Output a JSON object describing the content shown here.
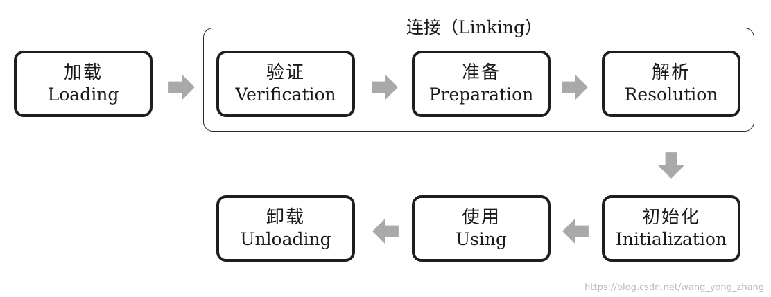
{
  "colors": {
    "box_border": "#1e1e1e",
    "arrow_fill": "#a9a9a9",
    "text": "#1a1a1a",
    "watermark": "#b9b9b9"
  },
  "group": {
    "title": "连接（Linking）"
  },
  "stages": {
    "loading": {
      "zh": "加载",
      "en": "Loading"
    },
    "verification": {
      "zh": "验证",
      "en": "Verification"
    },
    "preparation": {
      "zh": "准备",
      "en": "Preparation"
    },
    "resolution": {
      "zh": "解析",
      "en": "Resolution"
    },
    "initialization": {
      "zh": "初始化",
      "en": "Initialization"
    },
    "using": {
      "zh": "使用",
      "en": "Using"
    },
    "unloading": {
      "zh": "卸载",
      "en": "Unloading"
    }
  },
  "arrows": {
    "a1": "arrow-right-icon",
    "a2": "arrow-right-icon",
    "a3": "arrow-right-icon",
    "a4": "arrow-down-icon",
    "a5": "arrow-left-icon",
    "a6": "arrow-left-icon"
  },
  "watermark": "https://blog.csdn.net/wang_yong_zhang"
}
